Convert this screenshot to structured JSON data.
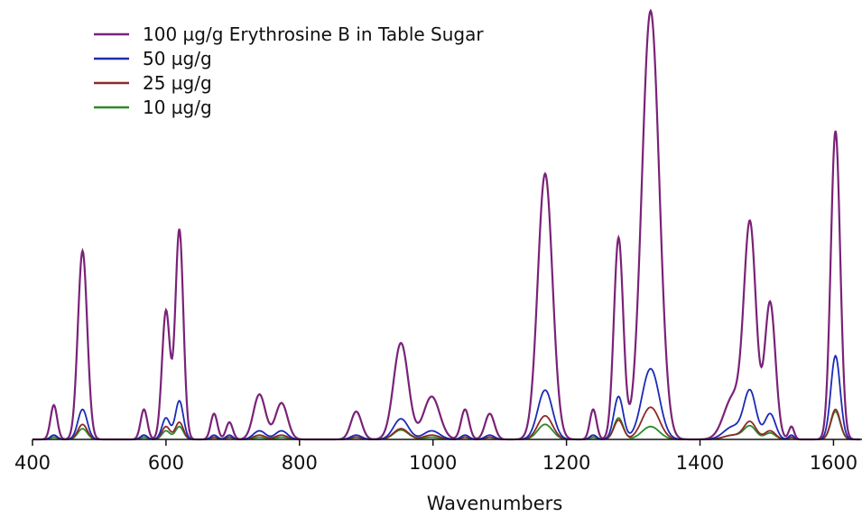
{
  "chart_data": {
    "type": "line",
    "xlabel": "Wavenumbers",
    "ylabel": "",
    "xlim": [
      400,
      1640
    ],
    "ylim": [
      0,
      100
    ],
    "xticks": [
      400,
      600,
      800,
      1000,
      1200,
      1400,
      1600
    ],
    "xtick_labels": [
      "400",
      "600",
      "800",
      "1000",
      "1200",
      "1400",
      "1600"
    ],
    "legend_position": "top-left",
    "grid": false,
    "peaks": [
      {
        "x": 432,
        "w": 5
      },
      {
        "x": 475,
        "w": 7
      },
      {
        "x": 567,
        "w": 5
      },
      {
        "x": 600,
        "w": 6
      },
      {
        "x": 620,
        "w": 6
      },
      {
        "x": 672,
        "w": 5
      },
      {
        "x": 695,
        "w": 5
      },
      {
        "x": 740,
        "w": 9
      },
      {
        "x": 773,
        "w": 9
      },
      {
        "x": 885,
        "w": 8
      },
      {
        "x": 952,
        "w": 11
      },
      {
        "x": 998,
        "w": 12
      },
      {
        "x": 1048,
        "w": 6
      },
      {
        "x": 1085,
        "w": 7
      },
      {
        "x": 1168,
        "w": 11
      },
      {
        "x": 1240,
        "w": 5
      },
      {
        "x": 1278,
        "w": 7
      },
      {
        "x": 1326,
        "w": 13
      },
      {
        "x": 1450,
        "w": 14
      },
      {
        "x": 1475,
        "w": 9
      },
      {
        "x": 1505,
        "w": 8
      },
      {
        "x": 1537,
        "w": 4
      },
      {
        "x": 1603,
        "w": 7
      }
    ],
    "series": [
      {
        "name": "100 µg/g Erythrosine B in Table Sugar",
        "color": "#7a2278",
        "amplitudes": [
          8,
          44,
          7,
          30,
          49,
          6,
          4,
          10.5,
          8.5,
          6.5,
          22.5,
          10,
          7,
          6,
          62,
          7,
          47,
          100,
          10,
          49,
          32,
          3,
          72
        ]
      },
      {
        "name": "50 µg/g",
        "color": "#1b2bb5",
        "amplitudes": [
          1,
          7,
          1,
          5,
          9,
          1,
          1,
          2,
          2,
          1,
          4.8,
          2,
          1,
          1,
          11.5,
          1,
          10,
          16.5,
          3,
          11,
          6,
          1,
          19.5
        ]
      },
      {
        "name": "25 µg/g",
        "color": "#8b2a2a",
        "amplitudes": [
          1,
          3.5,
          1,
          3,
          4,
          0.5,
          0.5,
          1,
          1,
          0.5,
          2.5,
          1,
          0.5,
          0.5,
          5.5,
          1,
          4.5,
          7.5,
          1,
          4,
          2,
          0.5,
          7
        ]
      },
      {
        "name": "10 µg/g",
        "color": "#2a8a2a",
        "amplitudes": [
          0.5,
          2.5,
          0.5,
          2,
          3,
          0.5,
          0.5,
          0.5,
          0.5,
          0.5,
          2.2,
          0.5,
          0.5,
          0.5,
          3.5,
          0.5,
          5,
          3,
          1,
          3,
          1.5,
          0.5,
          6.5
        ]
      }
    ]
  }
}
